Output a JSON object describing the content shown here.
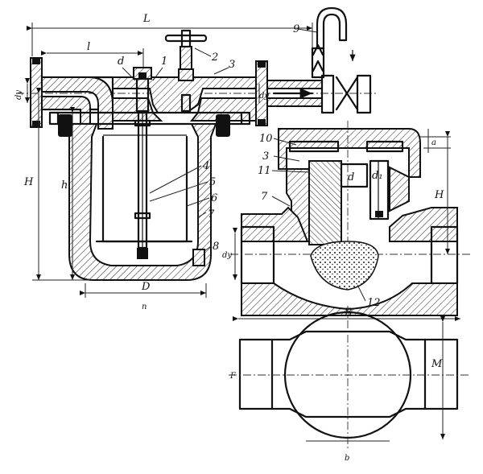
{
  "left_view": {
    "labels": {
      "L": "L",
      "l": "l",
      "d": "d",
      "dy_left": "dу",
      "dy_pipe": "dу",
      "H": "H",
      "h": "h",
      "D": "D",
      "n": "n",
      "p1": "1",
      "p2": "2",
      "p3": "3",
      "p4": "4",
      "p5": "5",
      "p6": "6",
      "p7": "7",
      "p8": "8",
      "p9": "9"
    }
  },
  "right_view": {
    "labels": {
      "p10": "10",
      "p3": "3",
      "p11": "11",
      "p7": "7",
      "p12": "12",
      "d": "d",
      "d1": "d₁",
      "a": "a",
      "H": "H",
      "dy": "dу",
      "B": "B",
      "M": "M",
      "b": "b",
      "F": "F"
    }
  }
}
